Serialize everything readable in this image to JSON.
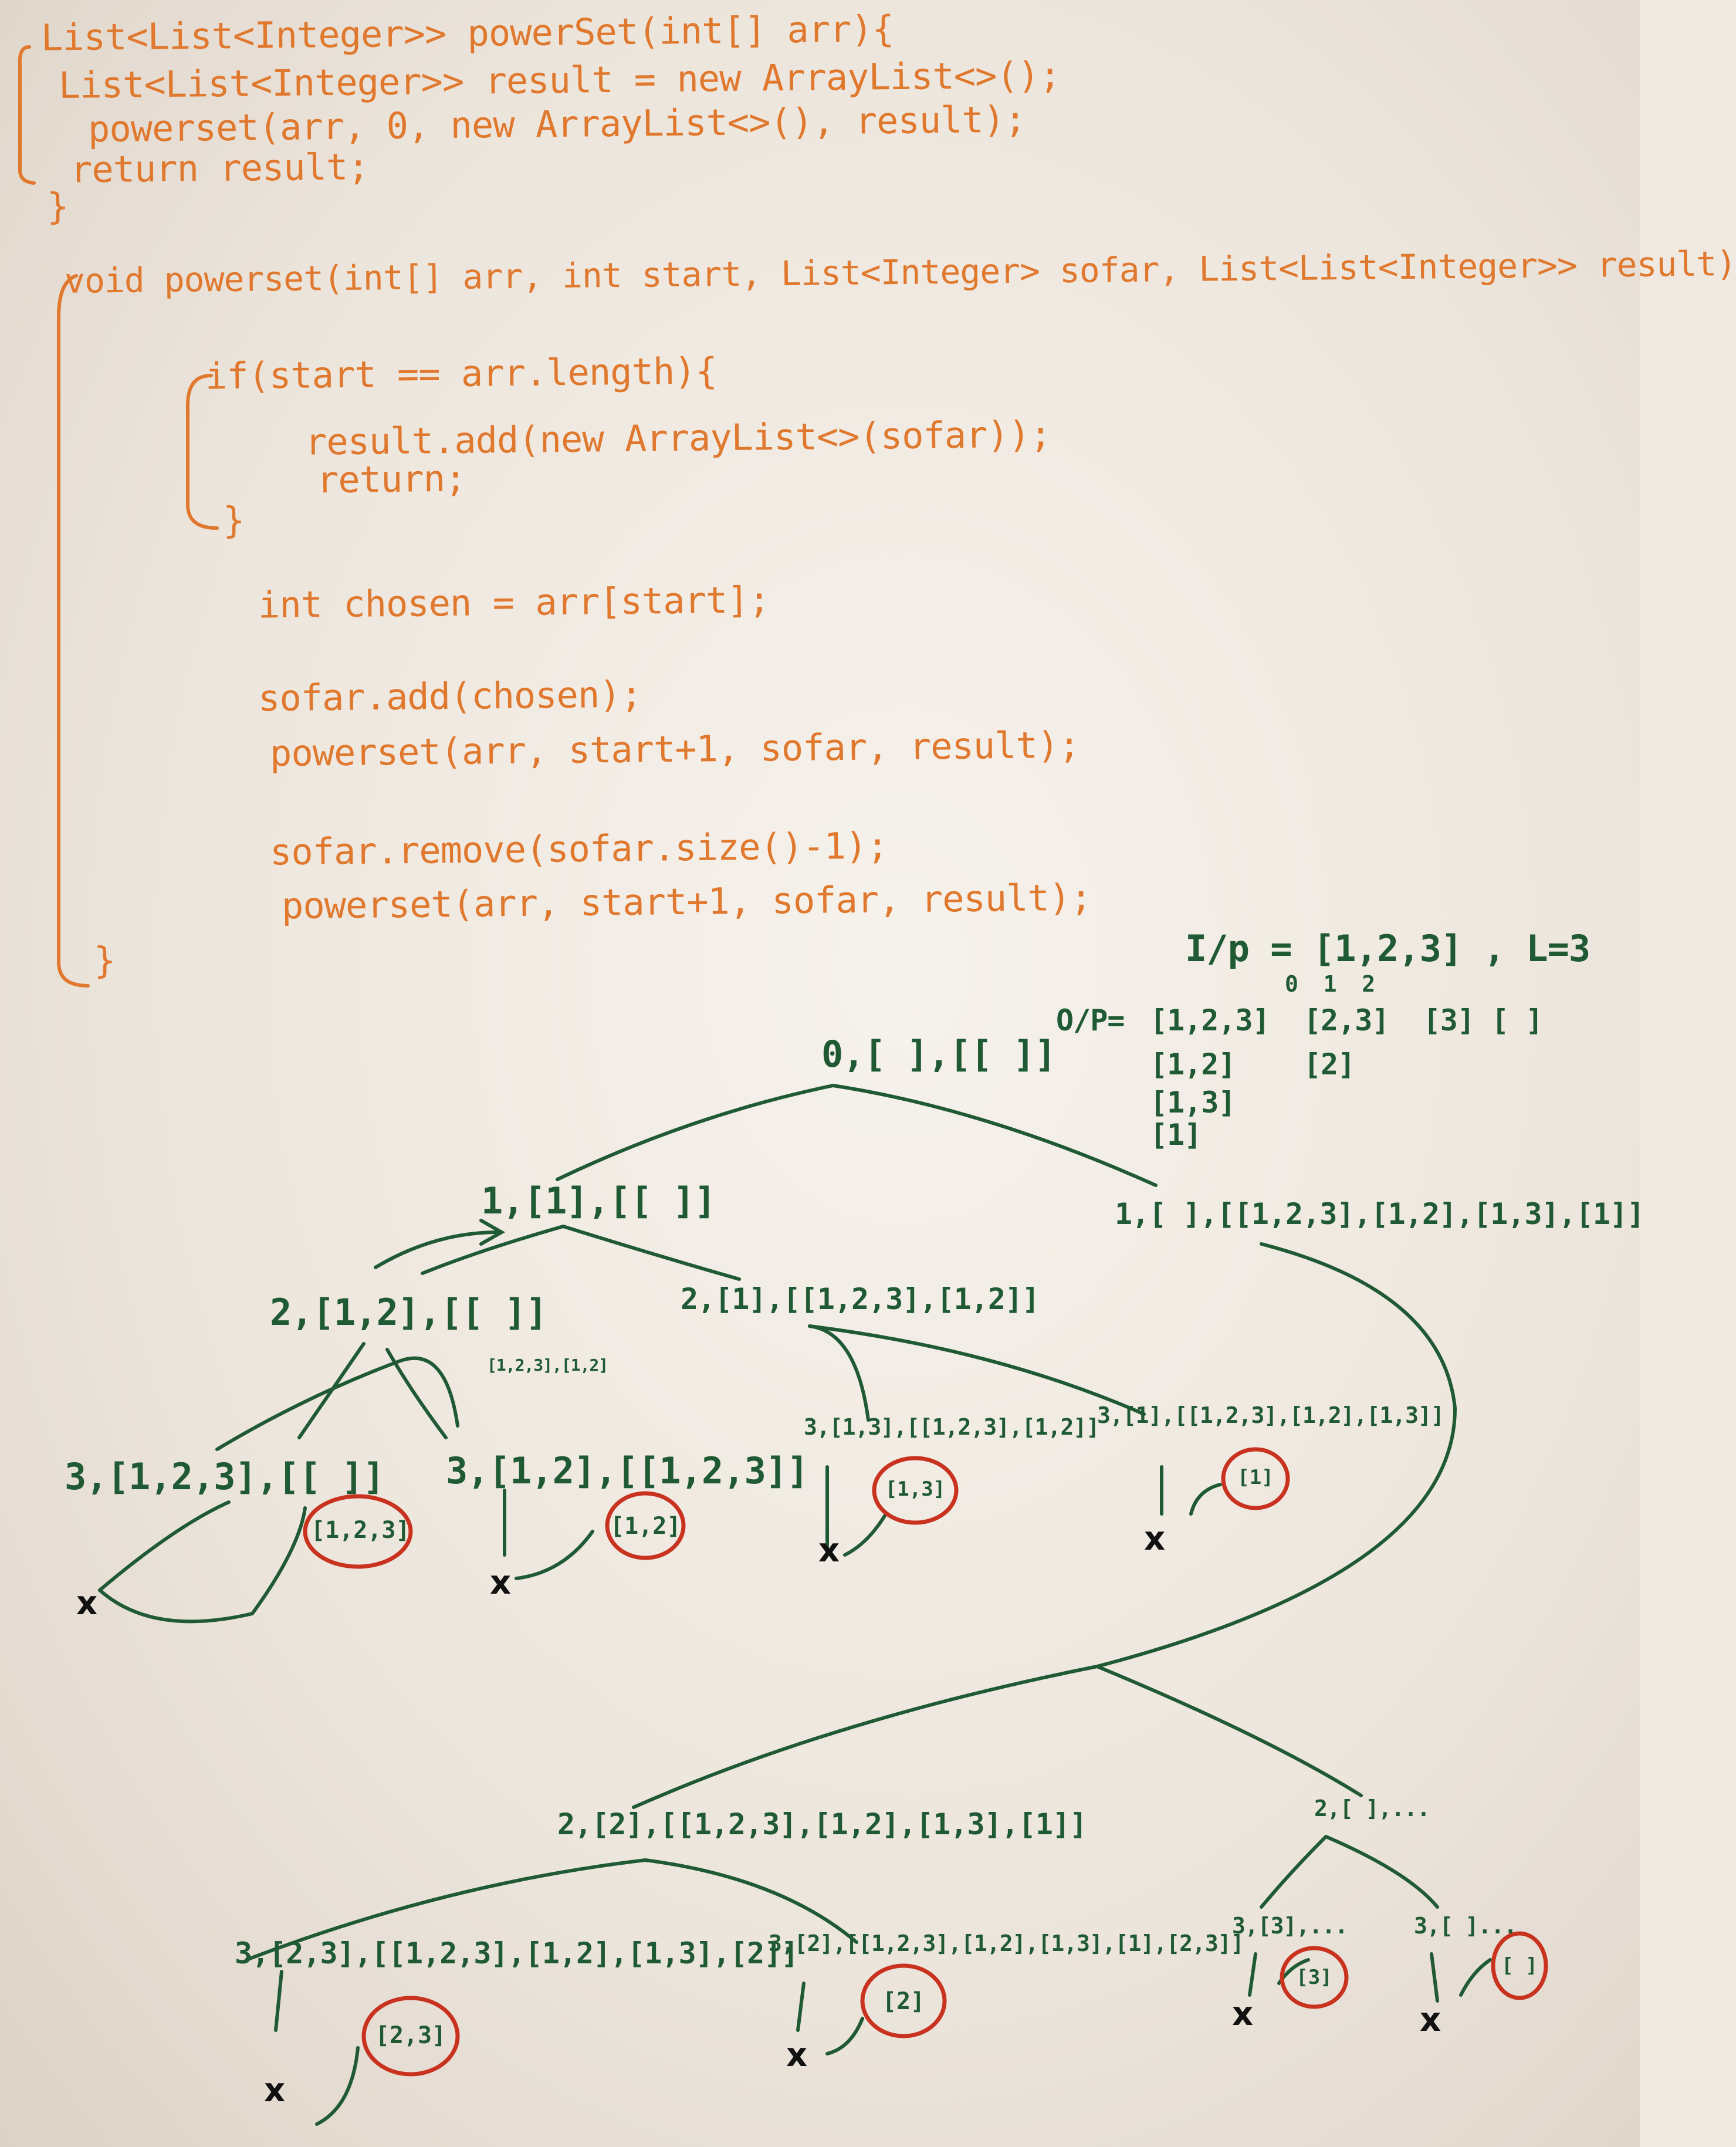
{
  "code": {
    "wrapper_sig": "List<List<Integer>> powerSet(int[] arr){",
    "wrapper_result": "List<List<Integer>> result = new ArrayList<>();",
    "wrapper_call": "powerset(arr, 0, new ArrayList<>(), result);",
    "wrapper_return": "return result;",
    "wrapper_close": "}",
    "helper_sig": "void powerset(int[] arr, int start, List<Integer> sofar, List<List<Integer>> result)",
    "if_line": "if(start == arr.length){",
    "add_line": "result.add(new ArrayList<>(sofar));",
    "return_line": "return;",
    "if_close": "}",
    "chosen_line": "int chosen = arr[start];",
    "sofar_add": "sofar.add(chosen);",
    "call1": "powerset(arr, start+1, sofar, result);",
    "sofar_remove": "sofar.remove(sofar.size()-1);",
    "call2": "powerset(arr, start+1, sofar, result);",
    "helper_close": "}"
  },
  "notes": {
    "input": "I/p = [1,2,3] , L=3",
    "indices": "0  1  2",
    "output_label": "O/P=",
    "output_row1": "[1,2,3]  [2,3]  [3] [ ]",
    "output_row2": "[1,2]    [2]",
    "output_row3": "[1,3]",
    "output_row4": "[1]"
  },
  "tree": {
    "root": "0,[ ],[[ ]]",
    "n1_left": "1,[1],[[ ]]",
    "n1_right": "1,[ ],[[1,2,3],[1,2],[1,3],[1]]",
    "n2_ll": "2,[1,2],[[ ]]",
    "n2_lr": "2,[1],[[1,2,3],[1,2]]",
    "side_note": "[1,2,3],[1,2]",
    "n3_lll": "3,[1,2,3],[[ ]]",
    "n3_llr": "3,[1,2],[[1,2,3]]",
    "n3_lrl": "3,[1,3],[[1,2,3],[1,2]]",
    "n3_lrr": "3,[1],[[1,2,3],[1,2],[1,3]]",
    "n2_rl": "2,[2],[[1,2,3],[1,2],[1,3],[1]]",
    "n2_rr": "2,[ ],...",
    "n3_rll": "3,[2,3],[[1,2,3],[1,2],[1,3],[2]]",
    "n3_rlr": "3,[2],[[1,2,3],[1,2],[1,3],[1],[2,3]]",
    "n3_rrl": "3,[3],...",
    "n3_rrr": "3,[ ]..."
  },
  "results": {
    "r1": "[1,2,3]",
    "r2": "[1,2]",
    "r3": "[1,3]",
    "r4": "[1]",
    "r5": "[2,3]",
    "r6": "[2]",
    "r7": "[3]",
    "r8": "[ ]"
  },
  "marks": {
    "x": "x"
  },
  "colors": {
    "code_ink": "#e0782e",
    "tree_ink": "#1f5a34",
    "circle_ink": "#c8321e",
    "x_ink": "#111111"
  }
}
